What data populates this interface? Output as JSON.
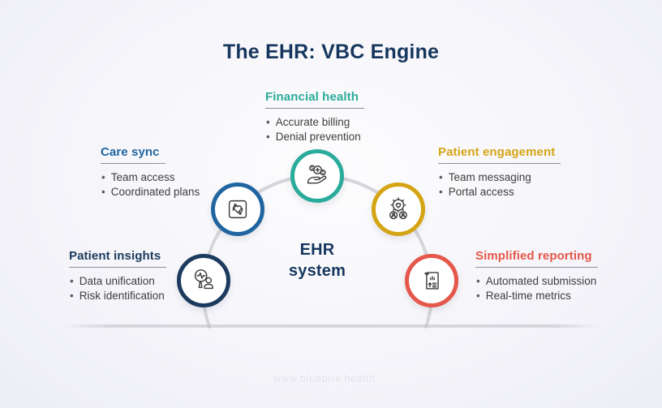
{
  "title": "The EHR: VBC Engine",
  "center": {
    "line1": "EHR",
    "line2": "system"
  },
  "watermark": "www.bluebrix.health",
  "colors": {
    "title_navy": "#16365E",
    "arc_gray": "#D5D5DA",
    "underline_gray": "#8F8F97",
    "bullet_text": "#3D3D3D",
    "watermark_gray": "#E2E2EC",
    "teal": "#2BAB9B",
    "blue": "#2165A0",
    "navy": "#1B3A5E",
    "gold": "#D5A414",
    "red": "#E5574A"
  },
  "icons": {
    "dollar": "$"
  },
  "nodes": [
    {
      "id": "financial-health",
      "heading": "Financial health",
      "color": "#2BAB9B",
      "icon": "hand-coins-icon",
      "bullets": [
        "Accurate billing",
        "Denial prevention"
      ]
    },
    {
      "id": "care-sync",
      "heading": "Care sync",
      "color": "#2165A0",
      "icon": "heart-sync-icon",
      "bullets": [
        "Team access",
        "Coordinated plans"
      ]
    },
    {
      "id": "patient-insights",
      "heading": "Patient insights",
      "color": "#1B3A5E",
      "icon": "magnifier-person-icon",
      "bullets": [
        "Data unification",
        "Risk identification"
      ]
    },
    {
      "id": "patient-engagement",
      "heading": "Patient engagement",
      "color": "#D5A414",
      "icon": "gear-people-icon",
      "bullets": [
        "Team messaging",
        "Portal access"
      ]
    },
    {
      "id": "simplified-reporting",
      "heading": "Simplified reporting",
      "color": "#E5574A",
      "icon": "report-document-icon",
      "bullets": [
        "Automated submission",
        "Real-time metrics"
      ]
    }
  ]
}
